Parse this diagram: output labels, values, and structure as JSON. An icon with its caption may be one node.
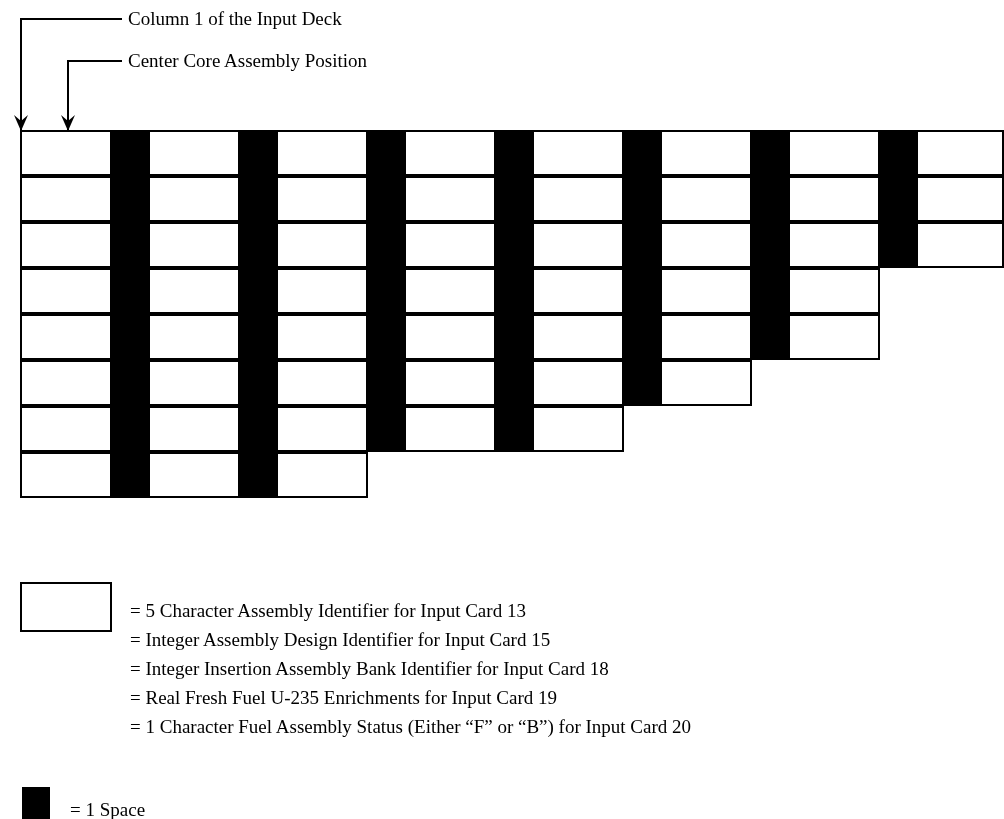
{
  "diagram": {
    "nodes": [
      {
        "text": [
          "Column 1 of the Input Deck"
        ]
      },
      {
        "text": [
          "Center Core Assembly Position"
        ]
      },
      {
        "text": [],
        "shape": "box"
      }
    ],
    "edges": [
      {
        "from": 0,
        "to": 2,
        "arrow": "to"
      },
      {
        "from": 1,
        "to": 2,
        "arrow": "to"
      }
    ],
    "legend": [
      {
        "text": "= 5 Character Assembly Identifier for Input Card 13"
      },
      {
        "text": "= Integer Assembly Design Identifier for Input Card 15"
      },
      {
        "text": "= Integer Insertion Assembly Bank Identifier for Input Card 18"
      },
      {
        "text": "= Real Fresh Fuel U-235 Enrichments for Input Card 19"
      },
      {
        "text": "= 1 Character Fuel Assembly Status (Either “F” or “B”) for Input Card 20"
      },
      {
        "text": "= 1 Space",
        "color": "#000000"
      }
    ]
  }
}
